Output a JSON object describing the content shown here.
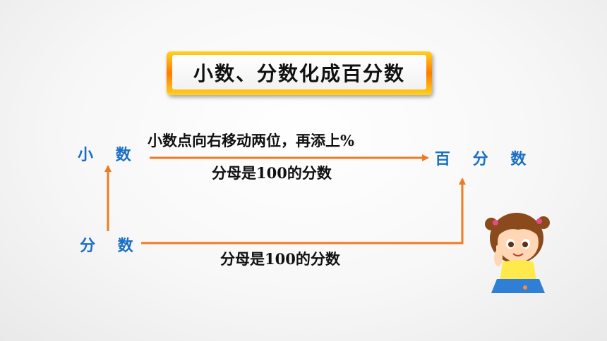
{
  "title": "小数、分数化成百分数",
  "nodes": {
    "decimal": "小 数",
    "fraction": "分 数",
    "percent": "百 分 数"
  },
  "labels": {
    "decimal_to_percent_top": "小数点向右移动两位，再添上%",
    "decimal_to_percent_bottom": "分母是100的分数",
    "fraction_to_percent": "分母是100的分数"
  },
  "colors": {
    "arrow": "#f07a22",
    "node_text": "#1a6fc4",
    "title_frame": "#ff8a00"
  },
  "icons": {
    "girl": "cartoon-girl-illustration"
  }
}
